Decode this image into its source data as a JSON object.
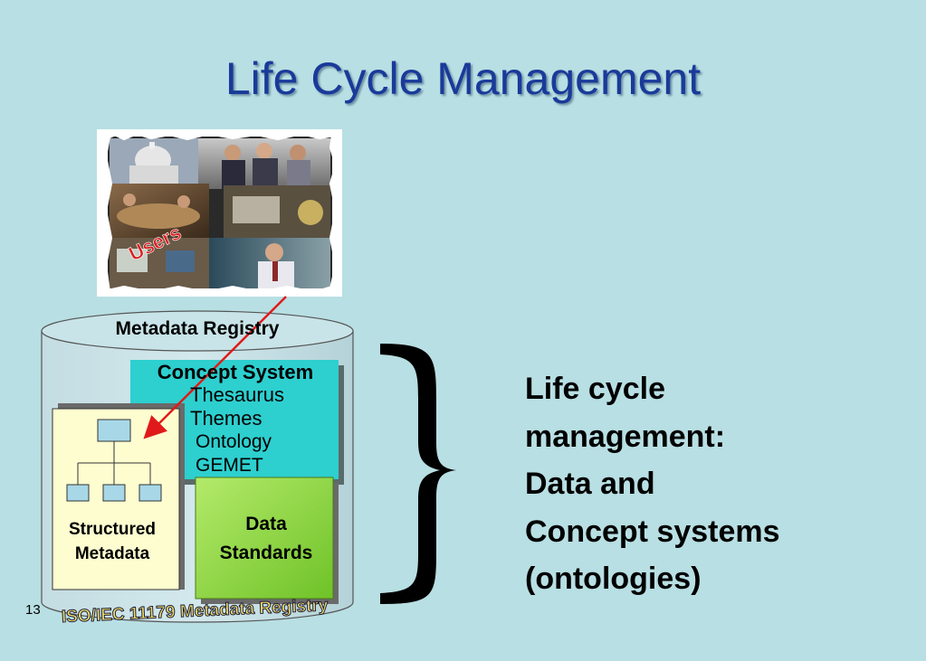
{
  "slide": {
    "title": "Life Cycle Management",
    "page_number": "13"
  },
  "photo": {
    "overlay_label": "Users",
    "overlay_color": "#d92020"
  },
  "registry": {
    "label": "Metadata Registry",
    "footer_label": "ISO/IEC 11179 Metadata Registry"
  },
  "concept_system": {
    "title": "Concept System",
    "items": [
      "Thesaurus",
      "Themes",
      "Ontology",
      "GEMET"
    ],
    "color": "#2ecfcf"
  },
  "structured_metadata": {
    "label_line1": "Structured",
    "label_line2": "Metadata",
    "color": "#fdfdd0"
  },
  "data_standards": {
    "label_line1": "Data",
    "label_line2": "Standards",
    "color": "#8ed23c"
  },
  "side_text": {
    "lines": [
      "Life cycle",
      "management:",
      "Data and",
      "Concept systems",
      "(ontologies)"
    ]
  },
  "colors": {
    "background": "#b8dfe3",
    "title": "#1a3a9a",
    "arrow": "#e01a1a",
    "tree_box": "#a8d8e8"
  }
}
